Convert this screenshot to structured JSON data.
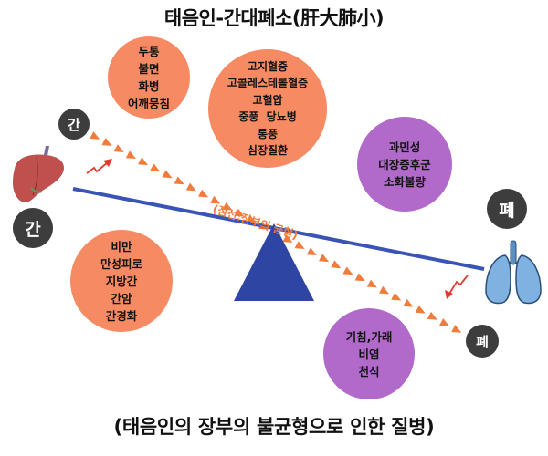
{
  "title": "태음인-간대폐소(肝大肺小)",
  "bottom_title": "(태음인의 장부의 불균형으로 인한 질병)",
  "dashed_label": "(점선:장부의 균형)",
  "badges": {
    "liver_small": "간",
    "liver_large": "간",
    "lung_large": "폐",
    "lung_small": "폐"
  },
  "circles": {
    "top_left": [
      "두통",
      "불면",
      "화병",
      "어깨뭉침"
    ],
    "top_center": [
      "고지혈증",
      "고콜레스테롤혈증",
      "고혈압",
      "중풍  당뇨병",
      "통풍",
      "심장질환"
    ],
    "right_top": [
      "과민성",
      "대장증후군",
      "소화불량"
    ],
    "bottom_left": [
      "비만",
      "만성피로",
      "지방간",
      "간암",
      "간경화"
    ],
    "bottom_right": [
      "기침,가래",
      "비염",
      "천식"
    ]
  },
  "colors": {
    "orange_circle": "#f58a63",
    "purple_circle": "#b16ac9",
    "beam": "#3a54b5",
    "fulcrum": "#2f45a3",
    "dashed_line": "#f07c3c",
    "badge": "#3d3d3d",
    "liver": "#c0504d",
    "lung": "#6fa8dc"
  },
  "icons": {
    "liver": "liver-organ-icon",
    "lung": "lungs-organ-icon",
    "arrow_up": "zigzag-arrow-up-icon",
    "arrow_down": "zigzag-arrow-down-icon"
  }
}
